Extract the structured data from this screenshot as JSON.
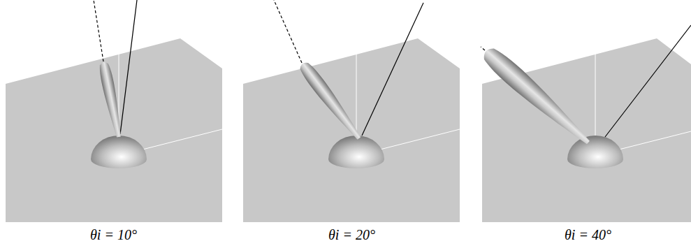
{
  "diagram": {
    "labels": [
      "θi = 10°",
      "θi = 20°",
      "θi = 40°"
    ]
  }
}
